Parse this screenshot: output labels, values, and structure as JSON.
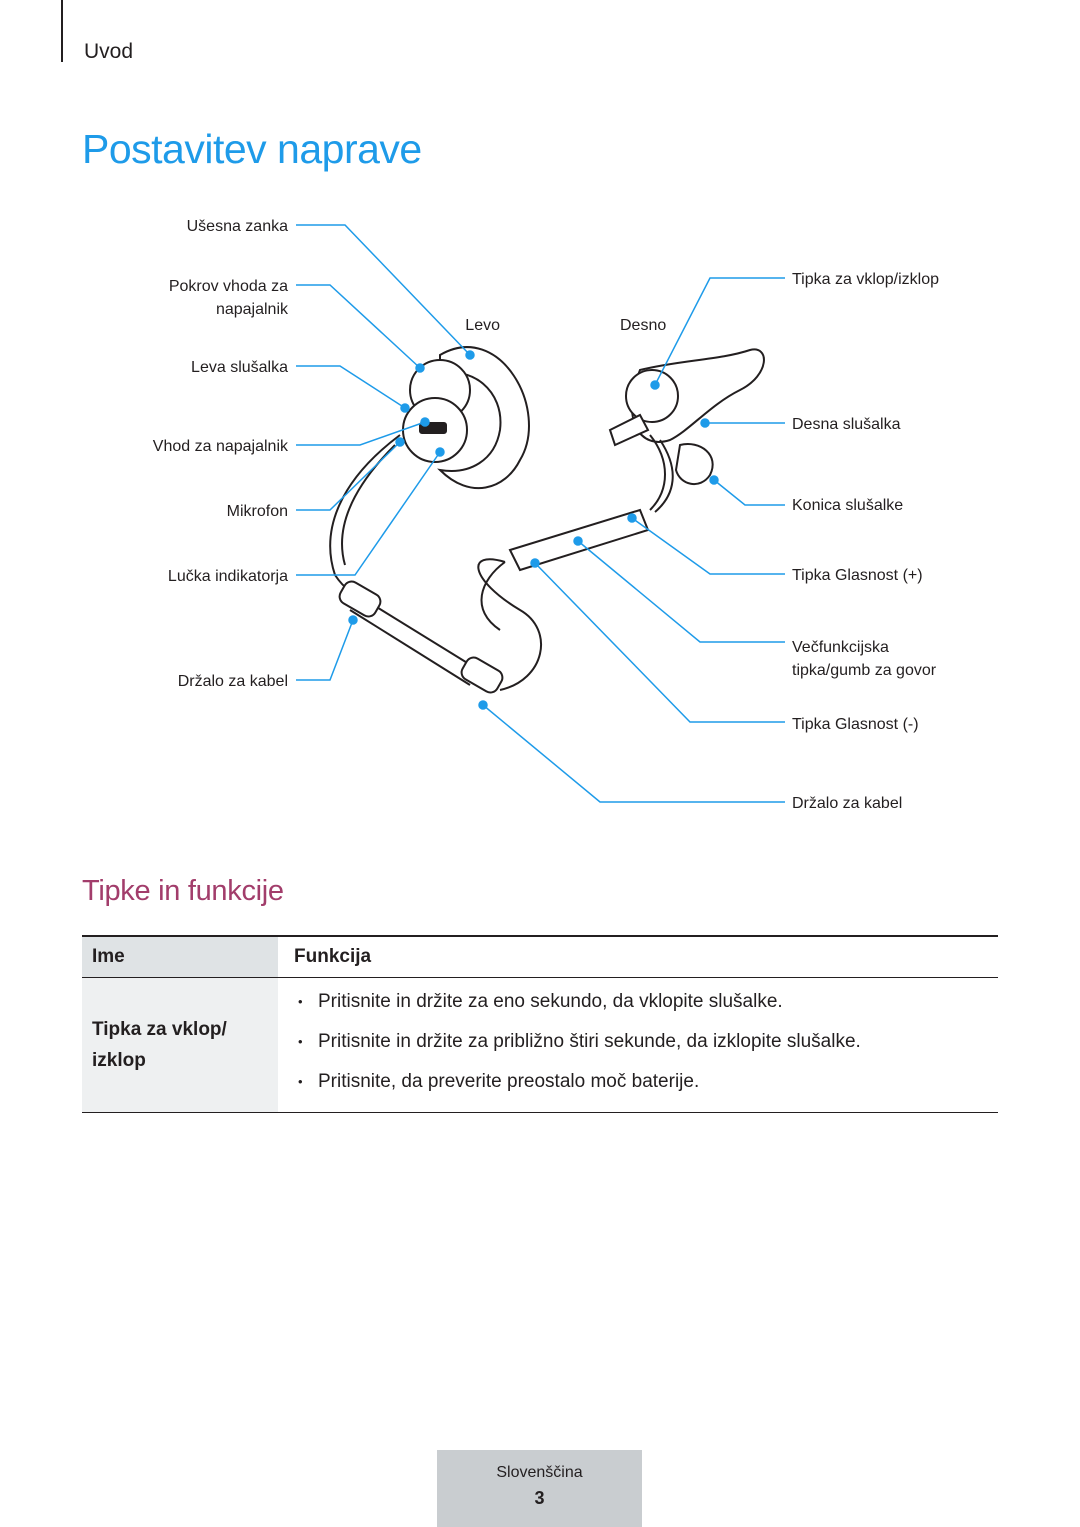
{
  "header": {
    "section": "Uvod"
  },
  "title": "Postavitev naprave",
  "diagram": {
    "side_left": "Levo",
    "side_right": "Desno",
    "left_labels": [
      "Ušesna zanka",
      "Pokrov vhoda za",
      "napajalnik",
      "Leva slušalka",
      "Vhod za napajalnik",
      "Mikrofon",
      "Lučka indikatorja",
      "Držalo za kabel"
    ],
    "right_labels": [
      "Tipka za vklop/izklop",
      "Desna slušalka",
      "Konica slušalke",
      "Tipka Glasnost (+)",
      "Večfunkcijska",
      "tipka/gumb za govor",
      "Tipka Glasnost (-)",
      "Držalo za kabel"
    ]
  },
  "subtitle": "Tipke in funkcije",
  "table": {
    "headers": [
      "Ime",
      "Funkcija"
    ],
    "row": {
      "name_lines": [
        "Tipka za vklop/",
        "izklop"
      ],
      "bullets": [
        "Pritisnite in držite za eno sekundo, da vklopite slušalke.",
        "Pritisnite in držite za približno štiri sekunde, da izklopite slušalke.",
        "Pritisnite, da preverite preostalo moč baterije."
      ]
    }
  },
  "footer": {
    "language": "Slovenščina",
    "page": "3"
  },
  "colors": {
    "title": "#1e9be9",
    "subtitle": "#a23d6b",
    "callout": "#1e9be9"
  }
}
